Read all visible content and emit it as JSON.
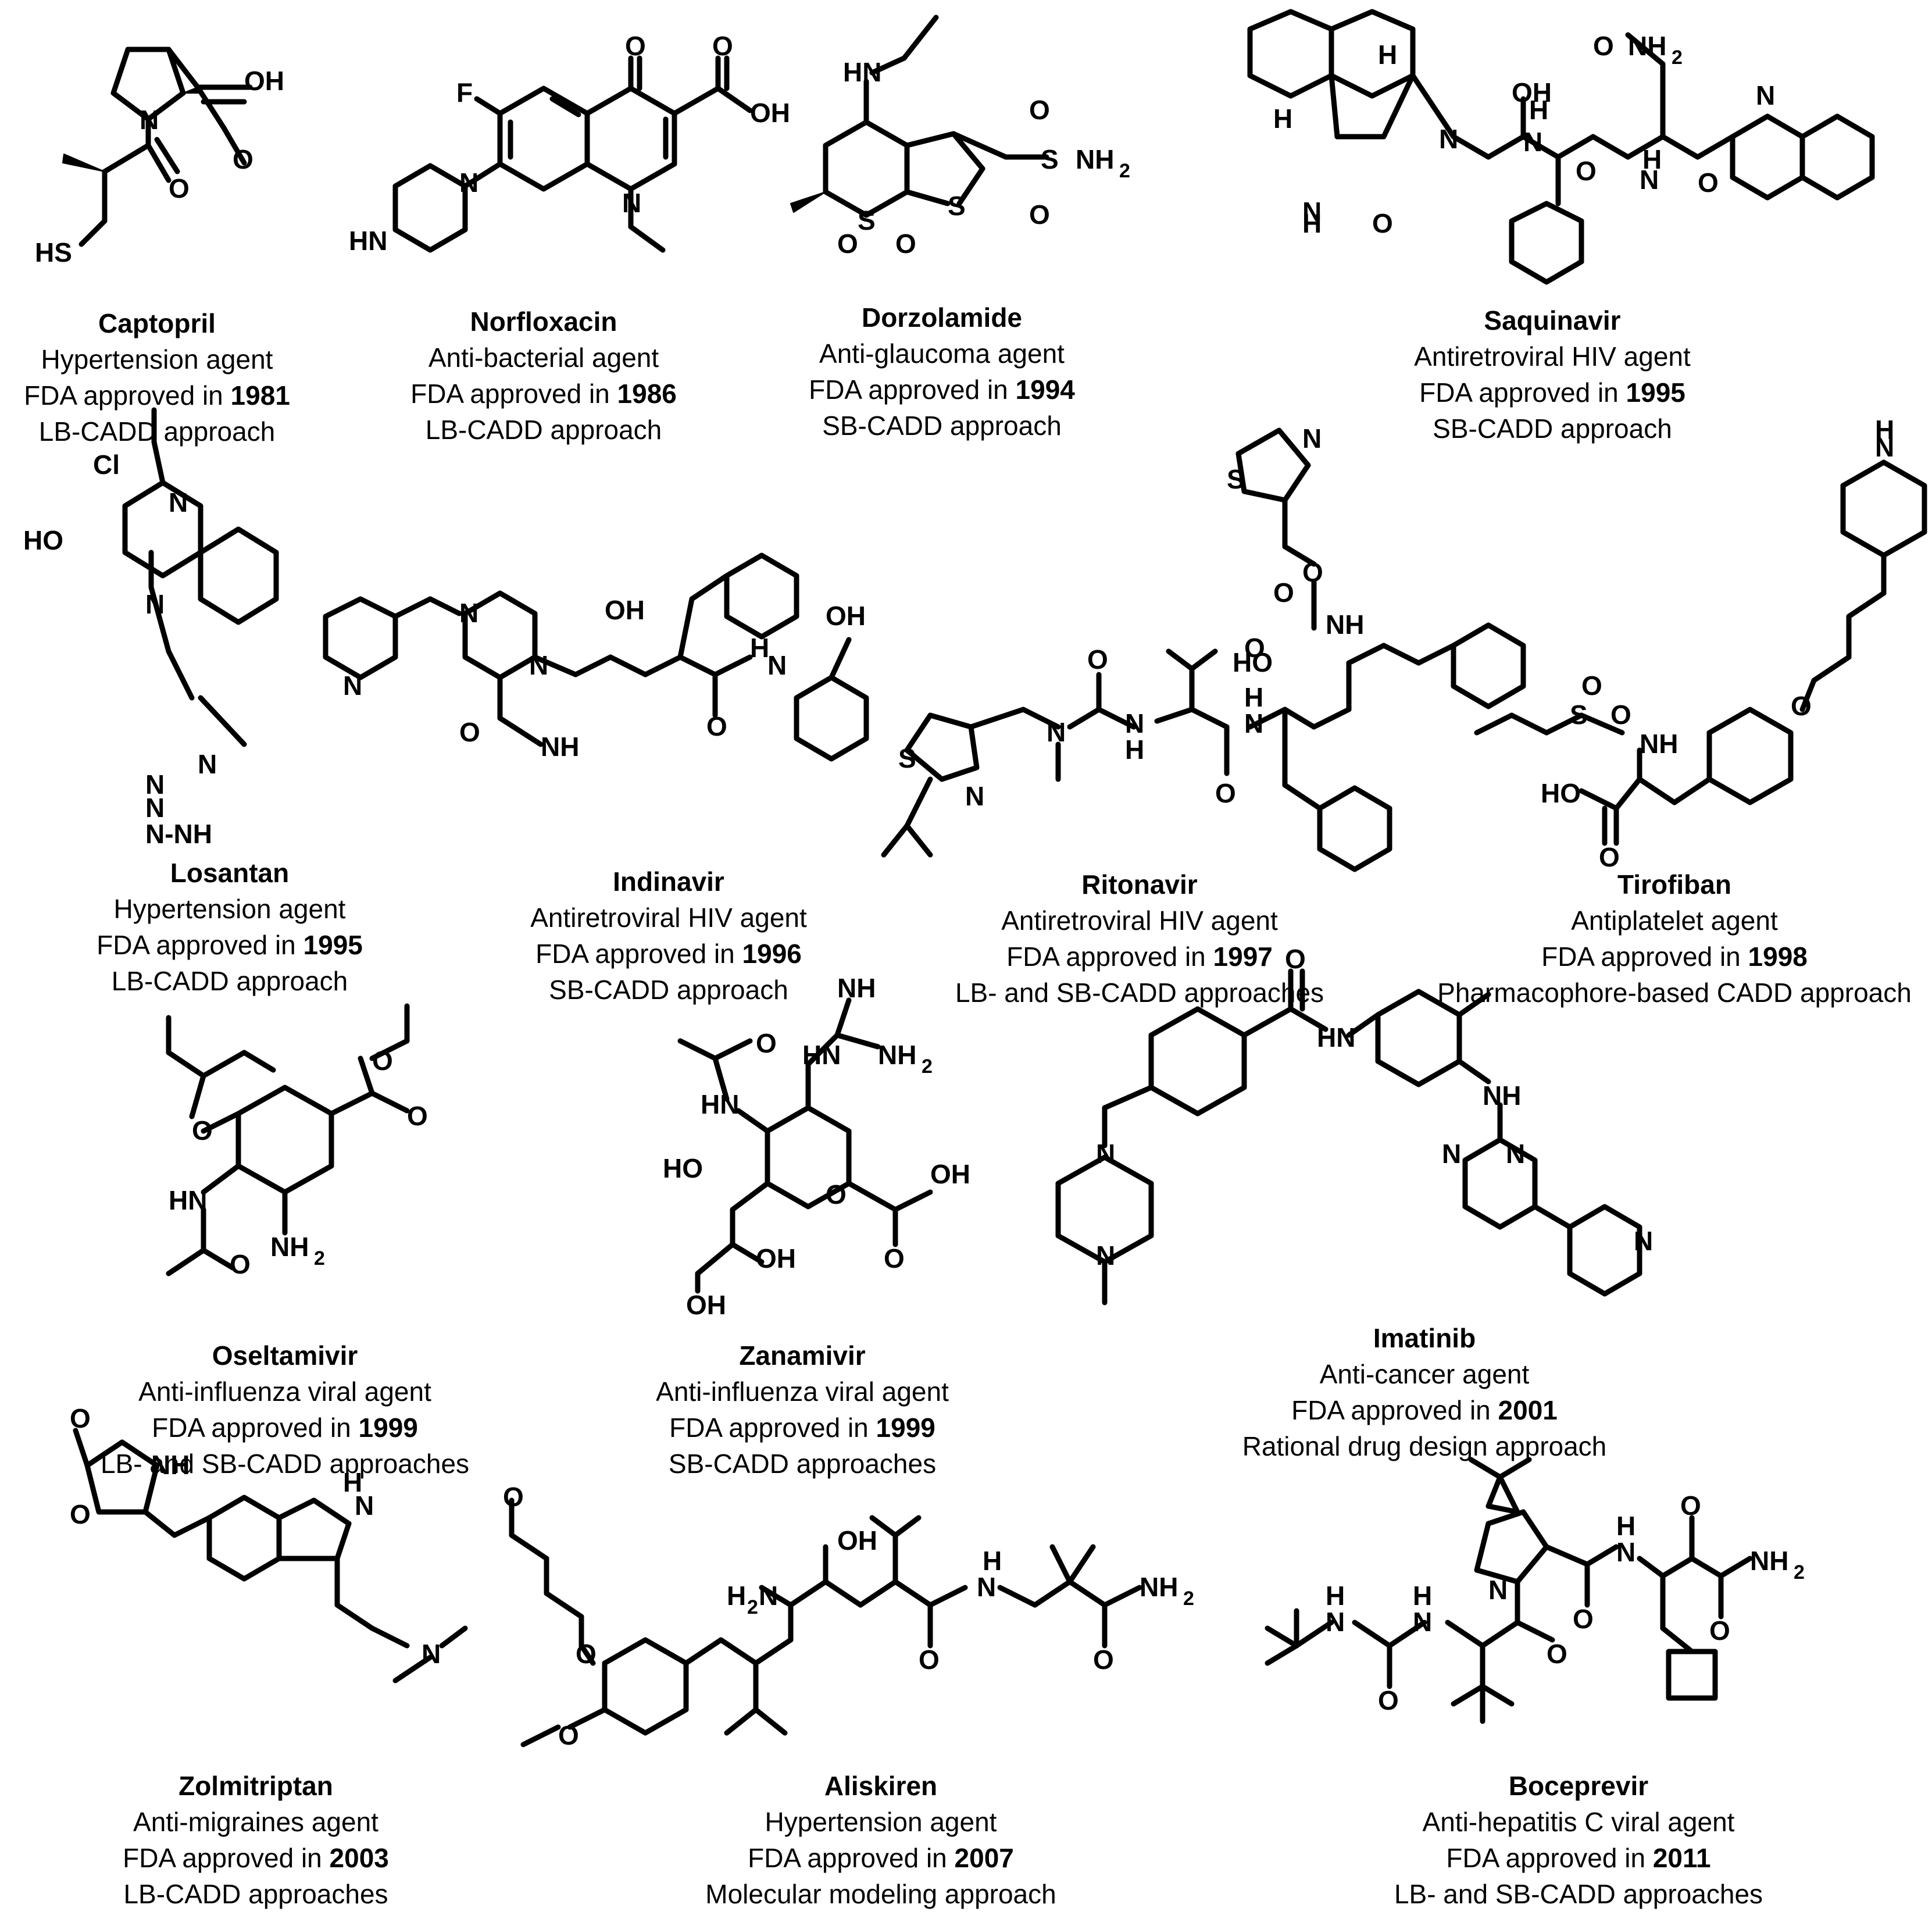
{
  "compounds": [
    {
      "name": "Captopril",
      "use": "Hypertension agent",
      "approved_prefix": "FDA approved in",
      "year": "1981",
      "approach": "LB-CADD approach"
    },
    {
      "name": "Norfloxacin",
      "use": "Anti-bacterial agent",
      "approved_prefix": "FDA approved in",
      "year": "1986",
      "approach": "LB-CADD approach"
    },
    {
      "name": "Dorzolamide",
      "use": "Anti-glaucoma agent",
      "approved_prefix": "FDA approved in",
      "year": "1994",
      "approach": "SB-CADD approach"
    },
    {
      "name": "Saquinavir",
      "use": "Antiretroviral HIV agent",
      "approved_prefix": "FDA approved in",
      "year": "1995",
      "approach": "SB-CADD approach"
    },
    {
      "name": "Losantan",
      "use": "Hypertension agent",
      "approved_prefix": "FDA approved in",
      "year": "1995",
      "approach": "LB-CADD approach"
    },
    {
      "name": "Indinavir",
      "use": "Antiretroviral HIV agent",
      "approved_prefix": "FDA approved in",
      "year": "1996",
      "approach": "SB-CADD approach"
    },
    {
      "name": "Ritonavir",
      "use": "Antiretroviral HIV agent",
      "approved_prefix": "FDA approved in",
      "year": "1997",
      "approach": "LB- and SB-CADD approaches"
    },
    {
      "name": "Tirofiban",
      "use": "Antiplatelet agent",
      "approved_prefix": "FDA approved in",
      "year": "1998",
      "approach": "Pharmacophore-based CADD approach"
    },
    {
      "name": "Oseltamivir",
      "use": "Anti-influenza viral agent",
      "approved_prefix": "FDA approved in",
      "year": "1999",
      "approach": "LB- and SB-CADD approaches"
    },
    {
      "name": "Zanamivir",
      "use": "Anti-influenza viral agent",
      "approved_prefix": "FDA approved in",
      "year": "1999",
      "approach": "SB-CADD approaches"
    },
    {
      "name": "Imatinib",
      "use": "Anti-cancer agent",
      "approved_prefix": "FDA approved in",
      "year": "2001",
      "approach": "Rational drug design approach"
    },
    {
      "name": "Zolmitriptan",
      "use": "Anti-migraines agent",
      "approved_prefix": "FDA approved in",
      "year": "2003",
      "approach": "LB-CADD approaches"
    },
    {
      "name": "Aliskiren",
      "use": "Hypertension agent",
      "approved_prefix": "FDA approved in",
      "year": "2007",
      "approach": "Molecular modeling approach"
    },
    {
      "name": "Boceprevir",
      "use": "Anti-hepatitis C viral agent",
      "approved_prefix": "FDA approved in",
      "year": "2011",
      "approach": "LB- and SB-CADD approaches"
    }
  ],
  "atom_labels": {
    "OH": "OH",
    "O": "O",
    "N": "N",
    "NH": "NH",
    "H": "H",
    "HN": "HN",
    "HS": "HS",
    "F": "F",
    "S": "S",
    "Cl": "Cl",
    "HO": "HO",
    "NH2": "NH",
    "H2N": "H",
    "two": "2",
    "NNH": "N-NH",
    "NH_short": "N"
  }
}
